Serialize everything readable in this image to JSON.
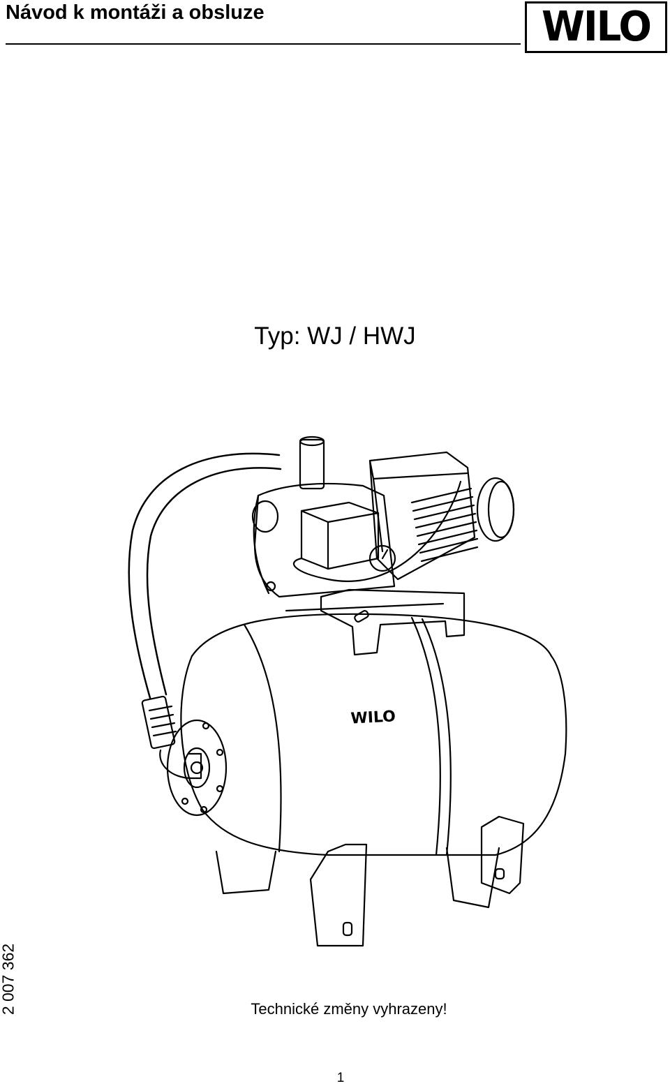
{
  "header": {
    "title": "Návod k montáži a obsluze",
    "logo_text": "WILO"
  },
  "type_title": "Typ: WJ / HWJ",
  "illustration": {
    "tank_logo_text": "WILO"
  },
  "doc_number": "2 007 362",
  "disclaimer": "Technické změny vyhrazeny!",
  "page_number": "1"
}
